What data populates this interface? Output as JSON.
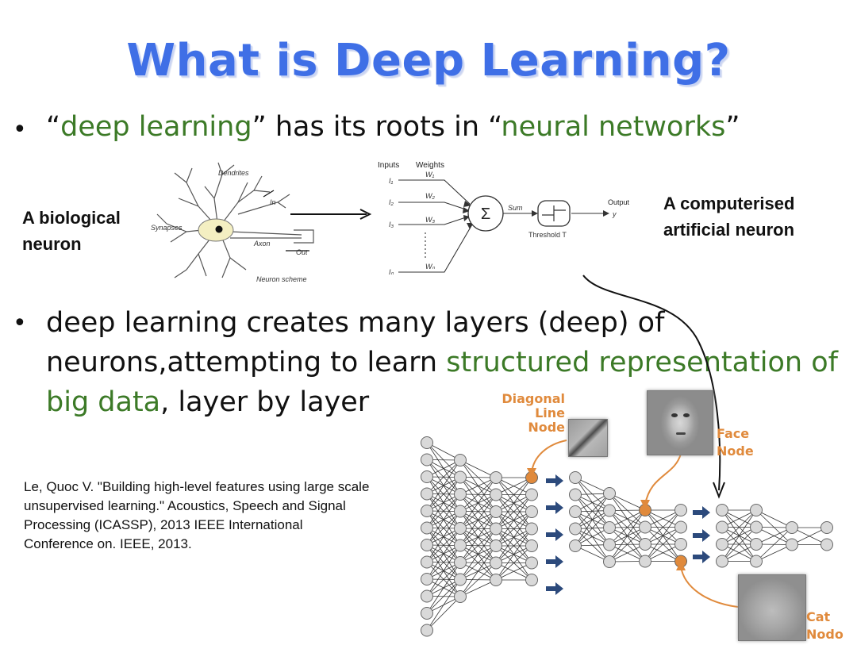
{
  "title": "What is Deep Learning?",
  "bullet1": {
    "q1": "“",
    "green1": "deep learning",
    "mid": "” has its roots in “",
    "green2": "neural networks",
    "q2": "”"
  },
  "bullet2": {
    "line1": "deep learning creates many layers (deep) of",
    "line2_a": "neurons,attempting to learn ",
    "line2_green": "structured representation of",
    "line3_green": "big data",
    "line3_b": ", layer by layer"
  },
  "bullet_char": "•",
  "bio_label": {
    "line1": "A biological",
    "line2": "neuron"
  },
  "art_label": {
    "line1": "A computerised",
    "line2": "artificial neuron"
  },
  "neuron_scheme": {
    "dendrites": "Dendrites",
    "synapses": "Synapses",
    "axon": "Axon",
    "in": "In",
    "out": "Out",
    "caption": "Neuron scheme"
  },
  "perceptron": {
    "inputs": "Inputs",
    "weights": "Weights",
    "x_labels": [
      "I₁",
      "I₂",
      "I₃",
      "Iₙ"
    ],
    "w_labels": [
      "W₁",
      "W₂",
      "W₃",
      "Wₙ"
    ],
    "sum_symbol": "Σ",
    "sum": "Sum",
    "threshold": "Threshold  T",
    "output": "Output",
    "y": "y"
  },
  "citation": "Le, Quoc V. \"Building high-level features using large scale unsupervised learning.\" Acoustics, Speech and Signal Processing (ICASSP), 2013 IEEE International Conference on. IEEE, 2013.",
  "nodes": {
    "diagonal": {
      "l1": "Diagonal",
      "l2": "Line",
      "l3": "Node"
    },
    "face": {
      "l1": "Face",
      "l2": "Node"
    },
    "cat": {
      "l1": "Cat",
      "l2": "Nodo"
    }
  },
  "colors": {
    "title": "#3f6fe6",
    "green_text": "#3c7a27",
    "orange": "#e08a3c",
    "arrow_blue": "#2c4a7c",
    "node_gray": "#d9d9d9"
  }
}
